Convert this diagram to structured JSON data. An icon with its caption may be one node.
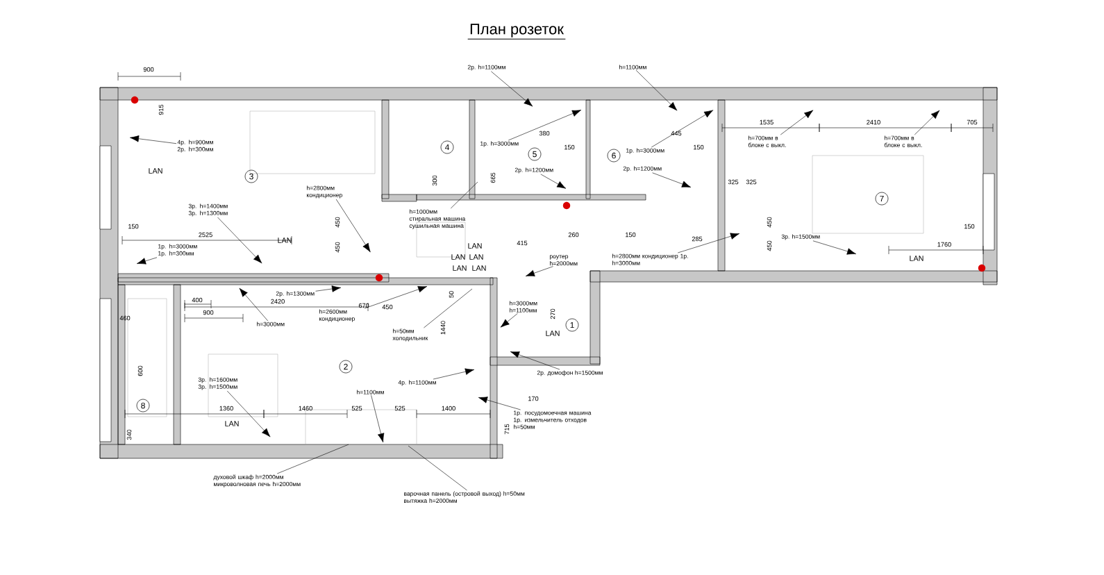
{
  "diagram": {
    "title": "План розеток",
    "nodes": [
      {
        "text": [
          "1"
        ]
      },
      {
        "text": [
          "2"
        ]
      },
      {
        "text": [
          "3"
        ]
      },
      {
        "text": [
          "4"
        ]
      },
      {
        "text": [
          "5"
        ]
      },
      {
        "text": [
          "6"
        ]
      },
      {
        "text": [
          "7"
        ]
      },
      {
        "text": [
          "8"
        ]
      },
      {
        "text": [
          "2р. h=1100мм"
        ]
      },
      {
        "text": [
          "h=1100мм"
        ]
      },
      {
        "text": [
          "4р. h=900мм 2р. h=300мм"
        ]
      },
      {
        "text": [
          "1р. h=3000мм"
        ]
      },
      {
        "text": [
          "1р. h=3000мм"
        ]
      },
      {
        "text": [
          "h=700мм в блоке с выкл."
        ]
      },
      {
        "text": [
          "h=700мм в блоке с выкл."
        ]
      },
      {
        "text": [
          "2р. h=1200мм"
        ]
      },
      {
        "text": [
          "2р. h=1200мм"
        ]
      },
      {
        "text": [
          "h=2800мм кондиционер"
        ]
      },
      {
        "text": [
          "3р. h=1400мм 3р. h=1300мм"
        ]
      },
      {
        "text": [
          "h=1000мм стиральная машина сушильная машина"
        ]
      },
      {
        "text": [
          "3р. h=1500мм"
        ]
      },
      {
        "text": [
          "1р. h=3000мм 1р. h=300мм"
        ]
      },
      {
        "text": [
          "h=2800мм кондиционер 1р. h=3000мм"
        ]
      },
      {
        "text": [
          "роутер h=2000мм"
        ]
      },
      {
        "text": [
          "2р. h=1300мм"
        ]
      },
      {
        "text": [
          "h=3000мм"
        ]
      },
      {
        "text": [
          "h=2600мм кондиционер"
        ]
      },
      {
        "text": [
          "h=3000мм h=1100мм"
        ]
      },
      {
        "text": [
          "h=50мм холодильник"
        ]
      },
      {
        "text": [
          "2р. домофон h=1500мм"
        ]
      },
      {
        "text": [
          "3р. h=1600мм 3р. h=1500мм"
        ]
      },
      {
        "text": [
          "4р. h=1100мм"
        ]
      },
      {
        "text": [
          "h=1100мм"
        ]
      },
      {
        "text": [
          "1р. посудомоечная машина 1р. измельчитель отходов h=50мм"
        ]
      },
      {
        "text": [
          "духовой шкаф h=2000мм микроволновая печь h=2000мм"
        ]
      },
      {
        "text": [
          "варочная панель (островой выход) h=50мм вытяжка h=2000мм"
        ]
      }
    ],
    "edges": [
      {
        "from": 8,
        "to": null,
        "arrow": "to"
      },
      {
        "from": 9,
        "to": null,
        "arrow": "to"
      },
      {
        "from": 10,
        "to": null,
        "arrow": "to"
      },
      {
        "from": 11,
        "to": null,
        "arrow": "to"
      },
      {
        "from": 12,
        "to": null,
        "arrow": "to"
      },
      {
        "from": 13,
        "to": null,
        "arrow": "to"
      },
      {
        "from": 14,
        "to": null,
        "arrow": "to"
      },
      {
        "from": 15,
        "to": null,
        "arrow": "to"
      },
      {
        "from": 16,
        "to": null,
        "arrow": "to"
      },
      {
        "from": 17,
        "to": null,
        "arrow": "to"
      },
      {
        "from": 18,
        "to": null,
        "arrow": "to"
      },
      {
        "from": 19,
        "to": null,
        "arrow": "none"
      },
      {
        "from": 20,
        "to": null,
        "arrow": "to"
      },
      {
        "from": 21,
        "to": null,
        "arrow": "to"
      },
      {
        "from": 22,
        "to": null,
        "arrow": "to"
      },
      {
        "from": 23,
        "to": null,
        "arrow": "to"
      },
      {
        "from": 24,
        "to": null,
        "arrow": "to"
      },
      {
        "from": 25,
        "to": null,
        "arrow": "to"
      },
      {
        "from": 26,
        "to": null,
        "arrow": "to"
      },
      {
        "from": 27,
        "to": null,
        "arrow": "to"
      },
      {
        "from": 28,
        "to": null,
        "arrow": "none"
      },
      {
        "from": 29,
        "to": null,
        "arrow": "to"
      },
      {
        "from": 30,
        "to": null,
        "arrow": "to"
      },
      {
        "from": 31,
        "to": null,
        "arrow": "to"
      },
      {
        "from": 32,
        "to": null,
        "arrow": "to"
      },
      {
        "from": 33,
        "to": null,
        "arrow": "to"
      },
      {
        "from": 34,
        "to": null,
        "arrow": "none"
      },
      {
        "from": 35,
        "to": null,
        "arrow": "none"
      }
    ],
    "labels": [
      "900",
      "915",
      "LAN",
      "150",
      "2525",
      "LAN",
      "450",
      "450",
      "300",
      "665",
      "380",
      "150",
      "445",
      "150",
      "1535",
      "2410",
      "705",
      "325",
      "325",
      "450",
      "450",
      "260",
      "150",
      "285",
      "LAN",
      "LAN",
      "LAN",
      "LAN",
      "LAN",
      "415",
      "1760",
      "150",
      "LAN",
      "400",
      "900",
      "2420",
      "670",
      "450",
      "50",
      "1440",
      "270",
      "LAN",
      "460",
      "600",
      "170",
      "1360",
      "1460",
      "525",
      "525",
      "1400",
      "340",
      "LAN",
      "715"
    ]
  }
}
